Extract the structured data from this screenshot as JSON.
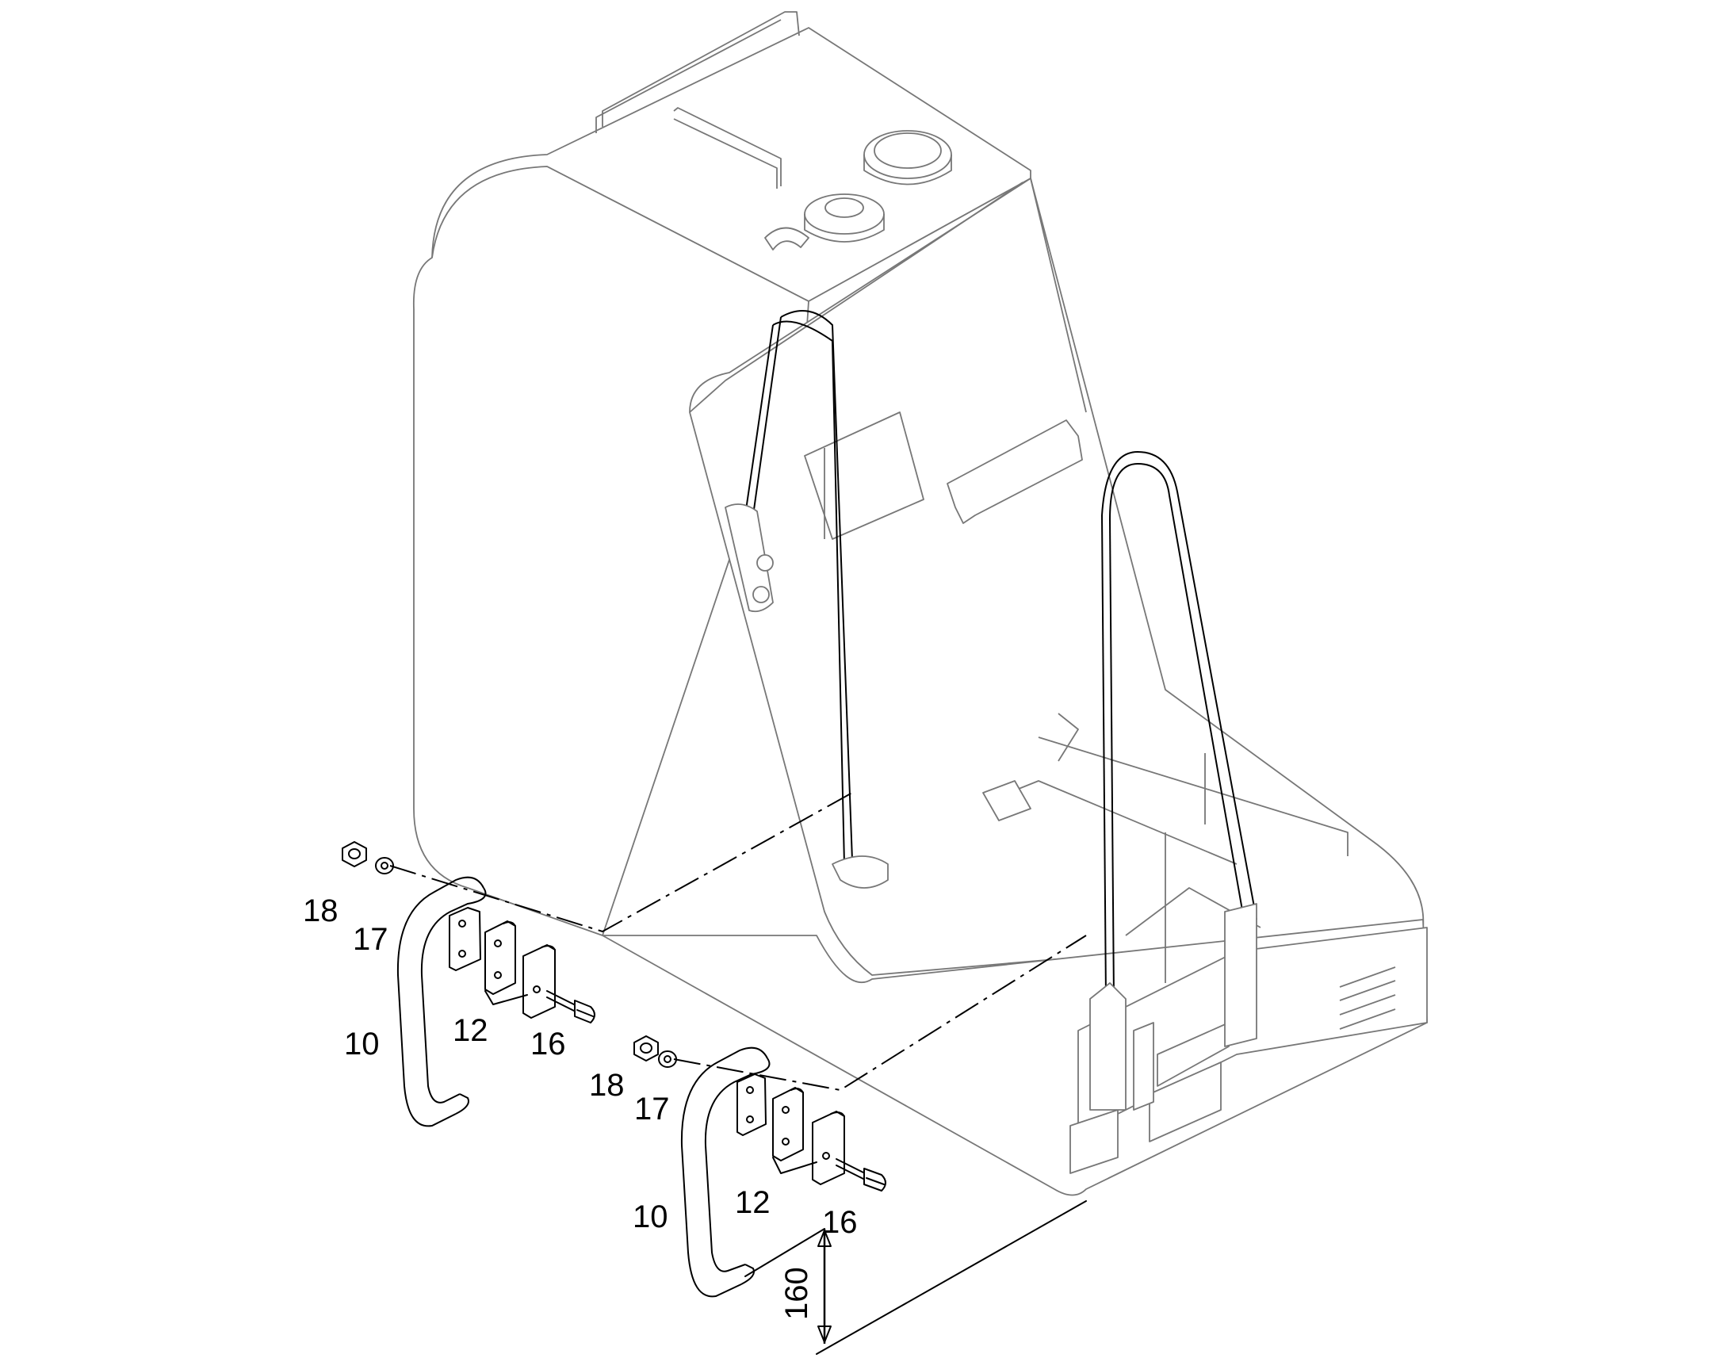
{
  "diagram": {
    "callouts": [
      {
        "id": "c18a",
        "text": "18"
      },
      {
        "id": "c17a",
        "text": "17"
      },
      {
        "id": "c10a",
        "text": "10"
      },
      {
        "id": "c12a",
        "text": "12"
      },
      {
        "id": "c16a",
        "text": "16"
      },
      {
        "id": "c18b",
        "text": "18"
      },
      {
        "id": "c17b",
        "text": "17"
      },
      {
        "id": "c10b",
        "text": "10"
      },
      {
        "id": "c12b",
        "text": "12"
      },
      {
        "id": "c16b",
        "text": "16"
      }
    ],
    "dimension": {
      "text": "160"
    }
  }
}
